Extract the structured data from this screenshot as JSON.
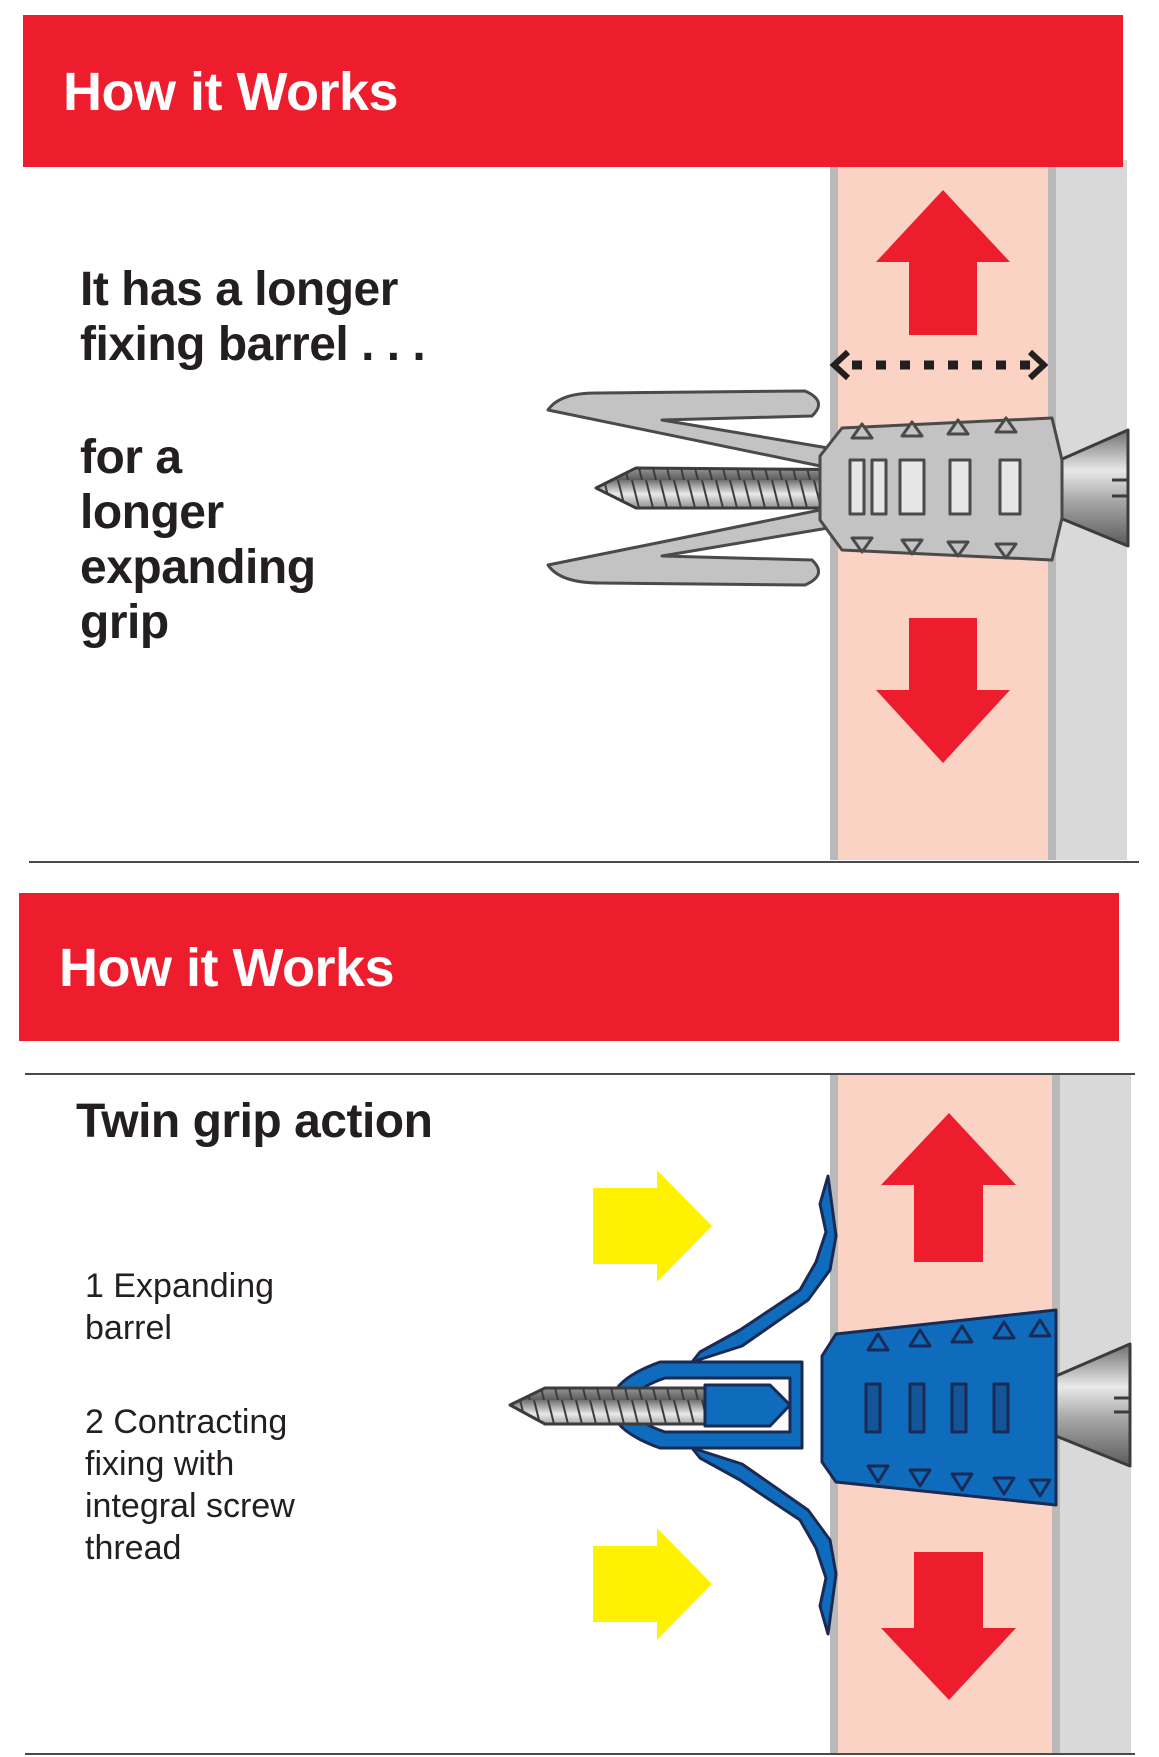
{
  "panel1": {
    "banner_title": "How it Works",
    "heading_lines": [
      "It has a longer",
      "fixing barrel . . ."
    ],
    "subheading_lines": [
      "for a",
      "longer",
      "expanding",
      "grip"
    ]
  },
  "panel2": {
    "banner_title": "How it Works",
    "heading": "Twin grip action",
    "point1_lines": [
      "1 Expanding",
      "barrel"
    ],
    "point2_lines": [
      "2 Contracting",
      "fixing with",
      "integral screw",
      "thread"
    ]
  },
  "colors": {
    "banner_red": "#ee1d2e",
    "arrow_red": "#ee1d2e",
    "wall_board": "#fbd3c4",
    "wall_backing": "#d9d9da",
    "fixing_grey": "#c3c3c4",
    "fixing_blue": "#0f6cbd",
    "push_arrow_yellow": "#fff200"
  },
  "icons": {
    "up_arrow": "up-arrow-icon",
    "down_arrow": "down-arrow-icon",
    "expansion_arrow": "double-headed-dotted-arrow-icon",
    "push_arrow": "right-arrow-icon",
    "fixing": "plasterboard-fixing-icon",
    "screw": "screw-icon"
  }
}
